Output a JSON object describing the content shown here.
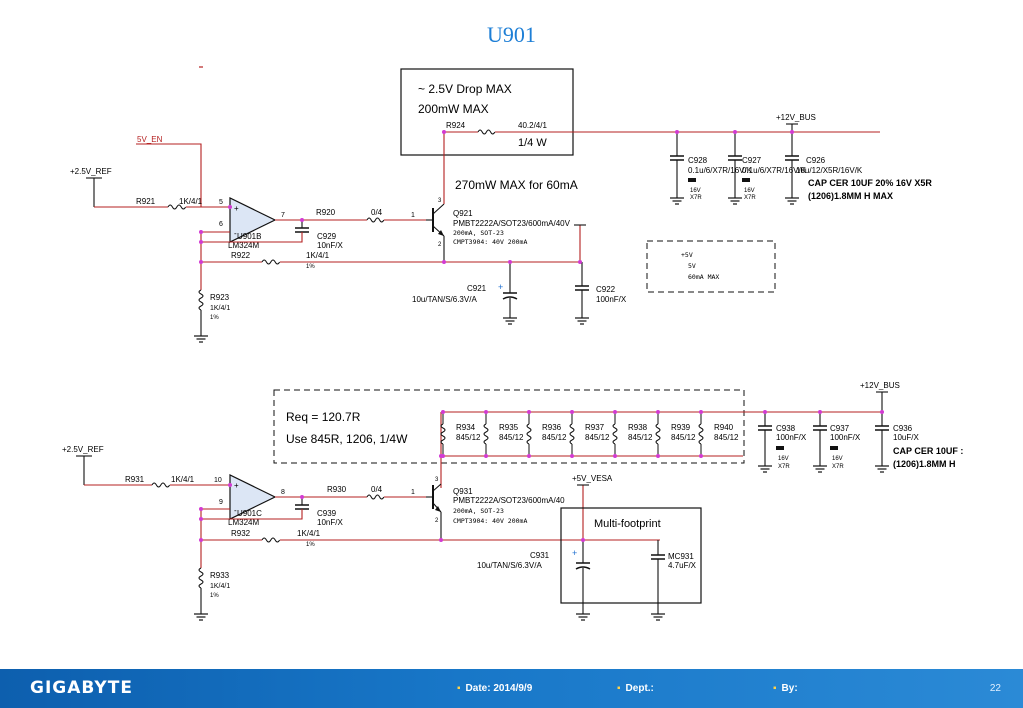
{
  "title": "U901",
  "footer": {
    "brand": "GIGABYTE",
    "date": "Date: 2014/9/9",
    "dept": "Dept.:",
    "by": "By:",
    "page": "22"
  },
  "top": {
    "note_box": [
      "~ 2.5V Drop MAX",
      "200mW MAX"
    ],
    "r924": "R924",
    "r924_val": "40.2/4/1",
    "r924_pwr": "1/4 W",
    "note_270": "270mW MAX for 60mA",
    "bus": "+12V_BUS",
    "c928": "C928",
    "c928_val": "0.1u/6/X7R/16V/K",
    "c927": "C927",
    "c927_val": "0.1u/6/X7R/16V/K",
    "c926": "C926",
    "c926_val": "10u/12/X5R/16V/K",
    "cap_note": [
      "CAP CER 10UF 20% 16V X5R",
      "(1206)1.8MM H MAX"
    ],
    "cap_small": [
      "16V",
      "X7R"
    ],
    "en": "5V_EN",
    "ref": "+2.5V_REF",
    "r921": "R921",
    "r921_val": "1K/4/1",
    "pin5": "5",
    "pin6": "6",
    "pin7": "7",
    "opamp": "U901B",
    "opamp_part": "LM324M",
    "r920": "R920",
    "r920_val": "0/4",
    "pin1": "1",
    "c929": "C929",
    "c929_val": "10nF/X",
    "r922": "R922",
    "r922_val": "1K/4/1",
    "r922_tol": "1%",
    "q": "Q921",
    "q_part": "PMBT2222A/SOT23/600mA/40V",
    "q_line2": "200mA, SOT-23",
    "q_line3": "CMPT3904: 40V 200mA",
    "q_pin3": "3",
    "q_pin2": "2",
    "c921": "C921",
    "c921_val": "10u/TAN/S/6.3V/A",
    "c922": "C922",
    "c922_val": "100nF/X",
    "r923": "R923",
    "r923_val": "1K/4/1",
    "r923_tol": "1%",
    "dash_box": [
      "+5V",
      "5V",
      "60mA MAX"
    ],
    "plus": "+"
  },
  "bottom": {
    "req_box": [
      "Req = 120.7R",
      "Use 845R, 1206, 1/4W"
    ],
    "bus": "+12V_BUS",
    "resistors": [
      {
        "name": "R934",
        "val": "845/12"
      },
      {
        "name": "R935",
        "val": "845/12"
      },
      {
        "name": "R936",
        "val": "845/12"
      },
      {
        "name": "R937",
        "val": "845/12"
      },
      {
        "name": "R938",
        "val": "845/12"
      },
      {
        "name": "R939",
        "val": "845/12"
      },
      {
        "name": "R940",
        "val": "845/12"
      }
    ],
    "c938": "C938",
    "c938_val": "100nF/X",
    "c937": "C937",
    "c937_val": "100nF/X",
    "c936": "C936",
    "c936_val": "10uF/X",
    "cap_note": [
      "CAP CER 10UF :",
      "(1206)1.8MM H"
    ],
    "cap_small": [
      "16V",
      "X7R"
    ],
    "ref": "+2.5V_REF",
    "r931": "R931",
    "r931_val": "1K/4/1",
    "pin10": "10",
    "pin9": "9",
    "pin8": "8",
    "opamp": "U901C",
    "opamp_part": "LM324M",
    "r930": "R930",
    "r930_val": "0/4",
    "pin1": "1",
    "c939": "C939",
    "c939_val": "10nF/X",
    "r932": "R932",
    "r932_val": "1K/4/1",
    "r932_tol": "1%",
    "q": "Q931",
    "q_part": "PMBT2222A/SOT23/600mA/40",
    "q_line2": "200mA, SOT-23",
    "q_line3": "CMPT3904: 40V 200mA",
    "q_pin3": "3",
    "q_pin2": "2",
    "vesa": "+5V_VESA",
    "multi": "Multi-footprint",
    "c931": "C931",
    "c931_val": "10u/TAN/S/6.3V/A",
    "mc931": "MC931",
    "mc931_val": "4.7uF/X",
    "r933": "R933",
    "r933_val": "1K/4/1",
    "r933_tol": "1%",
    "plus": "+"
  },
  "colors": {
    "wire": "#b52020",
    "black": "#111111",
    "node": "#d23bd2",
    "opamp_fill": "#dce6f5",
    "title": "#1e7fd6",
    "footer": "#1877c8"
  }
}
